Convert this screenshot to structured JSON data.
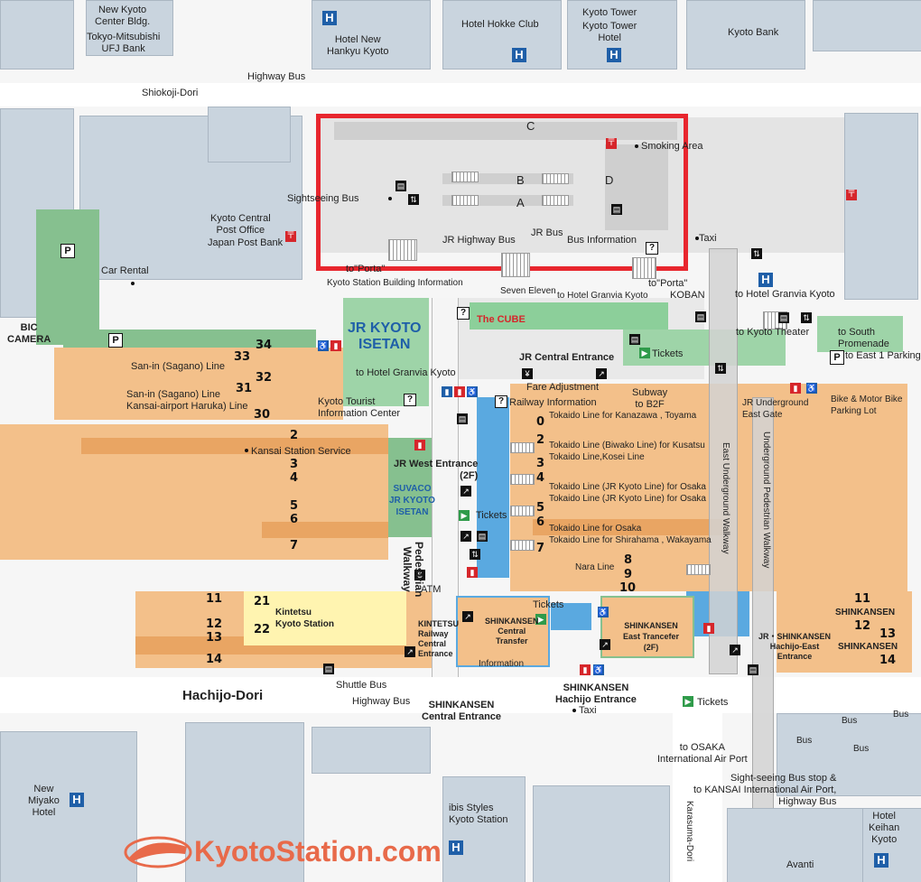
{
  "north": {
    "new_kyoto_center": "New Kyoto\nCenter Bldg.",
    "tokyo_mitsubishi": "Tokyo-Mitsubishi\nUFJ Bank",
    "hotel_new_hankyu": "Hotel New\nHankyu Kyoto",
    "hotel_hokke": "Hotel Hokke Club",
    "kyoto_tower": "Kyoto Tower",
    "kyoto_tower_hotel": "Kyoto Tower\nHotel",
    "kyoto_bank": "Kyoto Bank",
    "highway_bus_top": "Highway Bus",
    "shiokoji": "Shiokoji-Dori"
  },
  "bus_terminal": {
    "c": "C",
    "b": "B",
    "a": "A",
    "d": "D",
    "smoking": "Smoking Area",
    "sightseeing": "Sightseeing Bus",
    "jr_highway": "JR Highway Bus",
    "jr_bus": "JR Bus",
    "bus_info": "Bus Information",
    "taxi": "Taxi",
    "porta_left": "to\"Porta\"",
    "porta_right": "to\"Porta\"",
    "building_info": "Kyoto Station Building Information"
  },
  "west": {
    "post_office": "Kyoto Central\nPost Office",
    "japan_post_bank": "Japan Post Bank",
    "car_rental": "Car Rental",
    "bic_camera": "BIC\nCAMERA"
  },
  "center": {
    "seven_eleven": "Seven Eleven",
    "the_cube": "The CUBE",
    "granvia_1": "to Hotel Granvia Kyoto",
    "granvia_2": "to Hotel Granvia Kyoto",
    "granvia_3": "to Hotel Granvia Kyoto",
    "koban": "KOBAN",
    "jr_kyoto_isetan": "JR KYOTO\nISETAN",
    "jr_central_entrance": "JR Central Entrance",
    "tickets_1": "Tickets",
    "fare_adjustment": "Fare Adjustment",
    "railway_info": "Railway Information",
    "subway": "Subway\nto B2F",
    "tourist_info": "Kyoto Tourist\nInformation Center",
    "kansai_service": "Kansai Station Service",
    "jr_west_entrance": "JR West Entrance\n(2F)",
    "suvaco": "SUVACO\nJR KYOTO\nISETAN",
    "pedestrian": "Pedestrian\nWalkway",
    "tickets_2": "Tickets",
    "atm": "ATM",
    "to_kyoto_theater": "to Kyoto Theater",
    "to_south_promenade": "to South\nPromenade",
    "to_east_parking": "to East 1 Parking",
    "jr_underground_east": "JR Underground\nEast Gate",
    "bike_parking": "Bike & Motor Bike\nParking Lot",
    "east_underground": "East Underground Walkway",
    "underground_pedestrian": "Underground Pedestrian Walkway"
  },
  "platforms": {
    "34": "34",
    "33": "33",
    "32": "32",
    "31": "31",
    "30": "30",
    "sanin_1": "San-in (Sagano) Line",
    "sanin_2": "San-in (Sagano) Line\nKansai-airport Haruka) Line",
    "p0": "0",
    "p2a": "2",
    "p2b": "2",
    "p3a": "3",
    "p3b": "3",
    "p4a": "4",
    "p4b": "4",
    "p5a": "5",
    "p5b": "5",
    "p6a": "6",
    "p6b": "6",
    "p7a": "7",
    "p7b": "7",
    "p8": "8",
    "p9": "9",
    "p10": "10",
    "l_0": "Tokaido Line for Kanazawa , Toyama",
    "l_2": "Tokaido Line (Biwako Line) for Kusatsu\nTokaido Line,Kosei Line",
    "l_4": "Tokaido Line (JR Kyoto Line) for Osaka\nTokaido Line (JR Kyoto Line) for Osaka",
    "l_6": "Tokaido Line for Osaka\nTokaido Line for Shirahama , Wakayama",
    "nara": "Nara Line",
    "k11": "11",
    "k12": "12",
    "k13": "13",
    "k14": "14",
    "k21": "21",
    "k22": "22",
    "kintetsu": "Kintetsu\nKyoto Station",
    "s11": "11",
    "s12": "12",
    "s13": "13",
    "s14": "14",
    "shinkansen_1": "SHINKANSEN",
    "shinkansen_2": "SHINKANSEN"
  },
  "south": {
    "kintetsu_central": "KINTETSU\nRailway\nCentral\nEntrance",
    "shinkansen_central_transfer": "SHINKANSEN\nCentral\nTransfer",
    "tickets_3": "Tickets",
    "shinkansen_east_transfer": "SHINKANSEN\nEast Trancefer\n(2F)",
    "jr_shinkansen_hachijo_east": "JR・SHINKANSEN\nHachijo-East\nEntrance",
    "information": "Information",
    "shinkansen_central_entrance": "SHINKANSEN\nCentral Entrance",
    "shinkansen_hachijo": "SHINKANSEN\nHachijo Entrance",
    "taxi_s": "Taxi",
    "tickets_4": "Tickets",
    "shuttle_bus": "Shuttle Bus",
    "highway_bus_s": "Highway Bus",
    "hachijo_dori": "Hachijo-Dori",
    "to_osaka_airport": "to OSAKA\nInternational Air Port",
    "sightseeing_stop": "Sight-seeing Bus stop &\nto KANSAI International Air Port,\nHighway Bus",
    "bus1": "Bus",
    "bus2": "Bus",
    "bus3": "Bus",
    "bus4": "Bus",
    "new_miyako": "New\nMiyako\nHotel",
    "ibis": "ibis Styles\nKyoto Station",
    "karasuma": "Karasuma-Dori",
    "hotel_keihan": "Hotel\nKeihan\nKyoto",
    "avanti": "Avanti",
    "watermark": "KyotoStation.com"
  },
  "colors": {
    "highlight": "#e8262e",
    "platform": "#f3c08a",
    "building": "#c9d4de",
    "green": "#86c08f",
    "walkway_blue": "#5aa9e0",
    "hotel_icon": "#1f5fa8"
  }
}
